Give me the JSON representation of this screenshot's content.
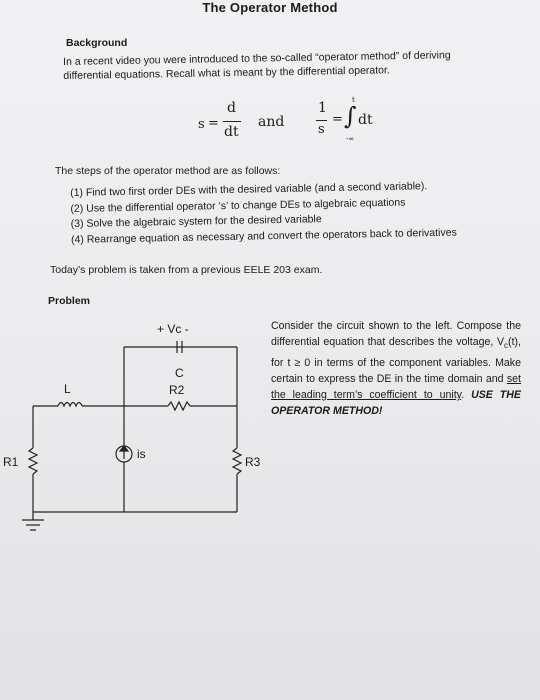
{
  "title": "The Operator Method",
  "background": {
    "heading": "Background",
    "intro_line1": "In a recent video you were introduced to the so-called “operator method” of deriving",
    "intro_line2": "differential equations.  Recall what is meant by the differential operator."
  },
  "formula": {
    "s": "s",
    "equals": "=",
    "d": "d",
    "dt_denominator": "dt",
    "and": "and",
    "one": "1",
    "s_denominator": "s",
    "dt_integral": "dt",
    "upper_limit": "t",
    "lower_limit": "-∞"
  },
  "steps_intro": "The steps of the operator method are as follows:",
  "steps": [
    "(1) Find two first order DEs with the desired variable (and a second variable).",
    "(2) Use the differential operator ‘s’ to change DEs to algebraic equations",
    "(3) Solve the algebraic system for the desired variable",
    "(4) Rearrange equation as necessary and convert the operators back to derivatives"
  ],
  "today": "Today’s problem is taken from a previous EELE 203 exam.",
  "problem": {
    "heading": "Problem",
    "text_part1": "Consider the circuit shown to the left. Compose the differential equation that describes the voltage, V",
    "vc_subscript": "c",
    "text_part2": "(t), for t ≥ 0 in terms of the component variables. Make certain to express the DE in the time domain and ",
    "underlined": "set the leading term’s coefficient to unity",
    "text_part3": ". ",
    "bold_italic": "USE THE OPERATOR METHOD!"
  },
  "circuit": {
    "vc_label": "+ Vc -",
    "c_label": "C",
    "r2_label": "R2",
    "l_label": "L",
    "r1_label": "R1",
    "r3_label": "R3",
    "is_label": "is"
  }
}
